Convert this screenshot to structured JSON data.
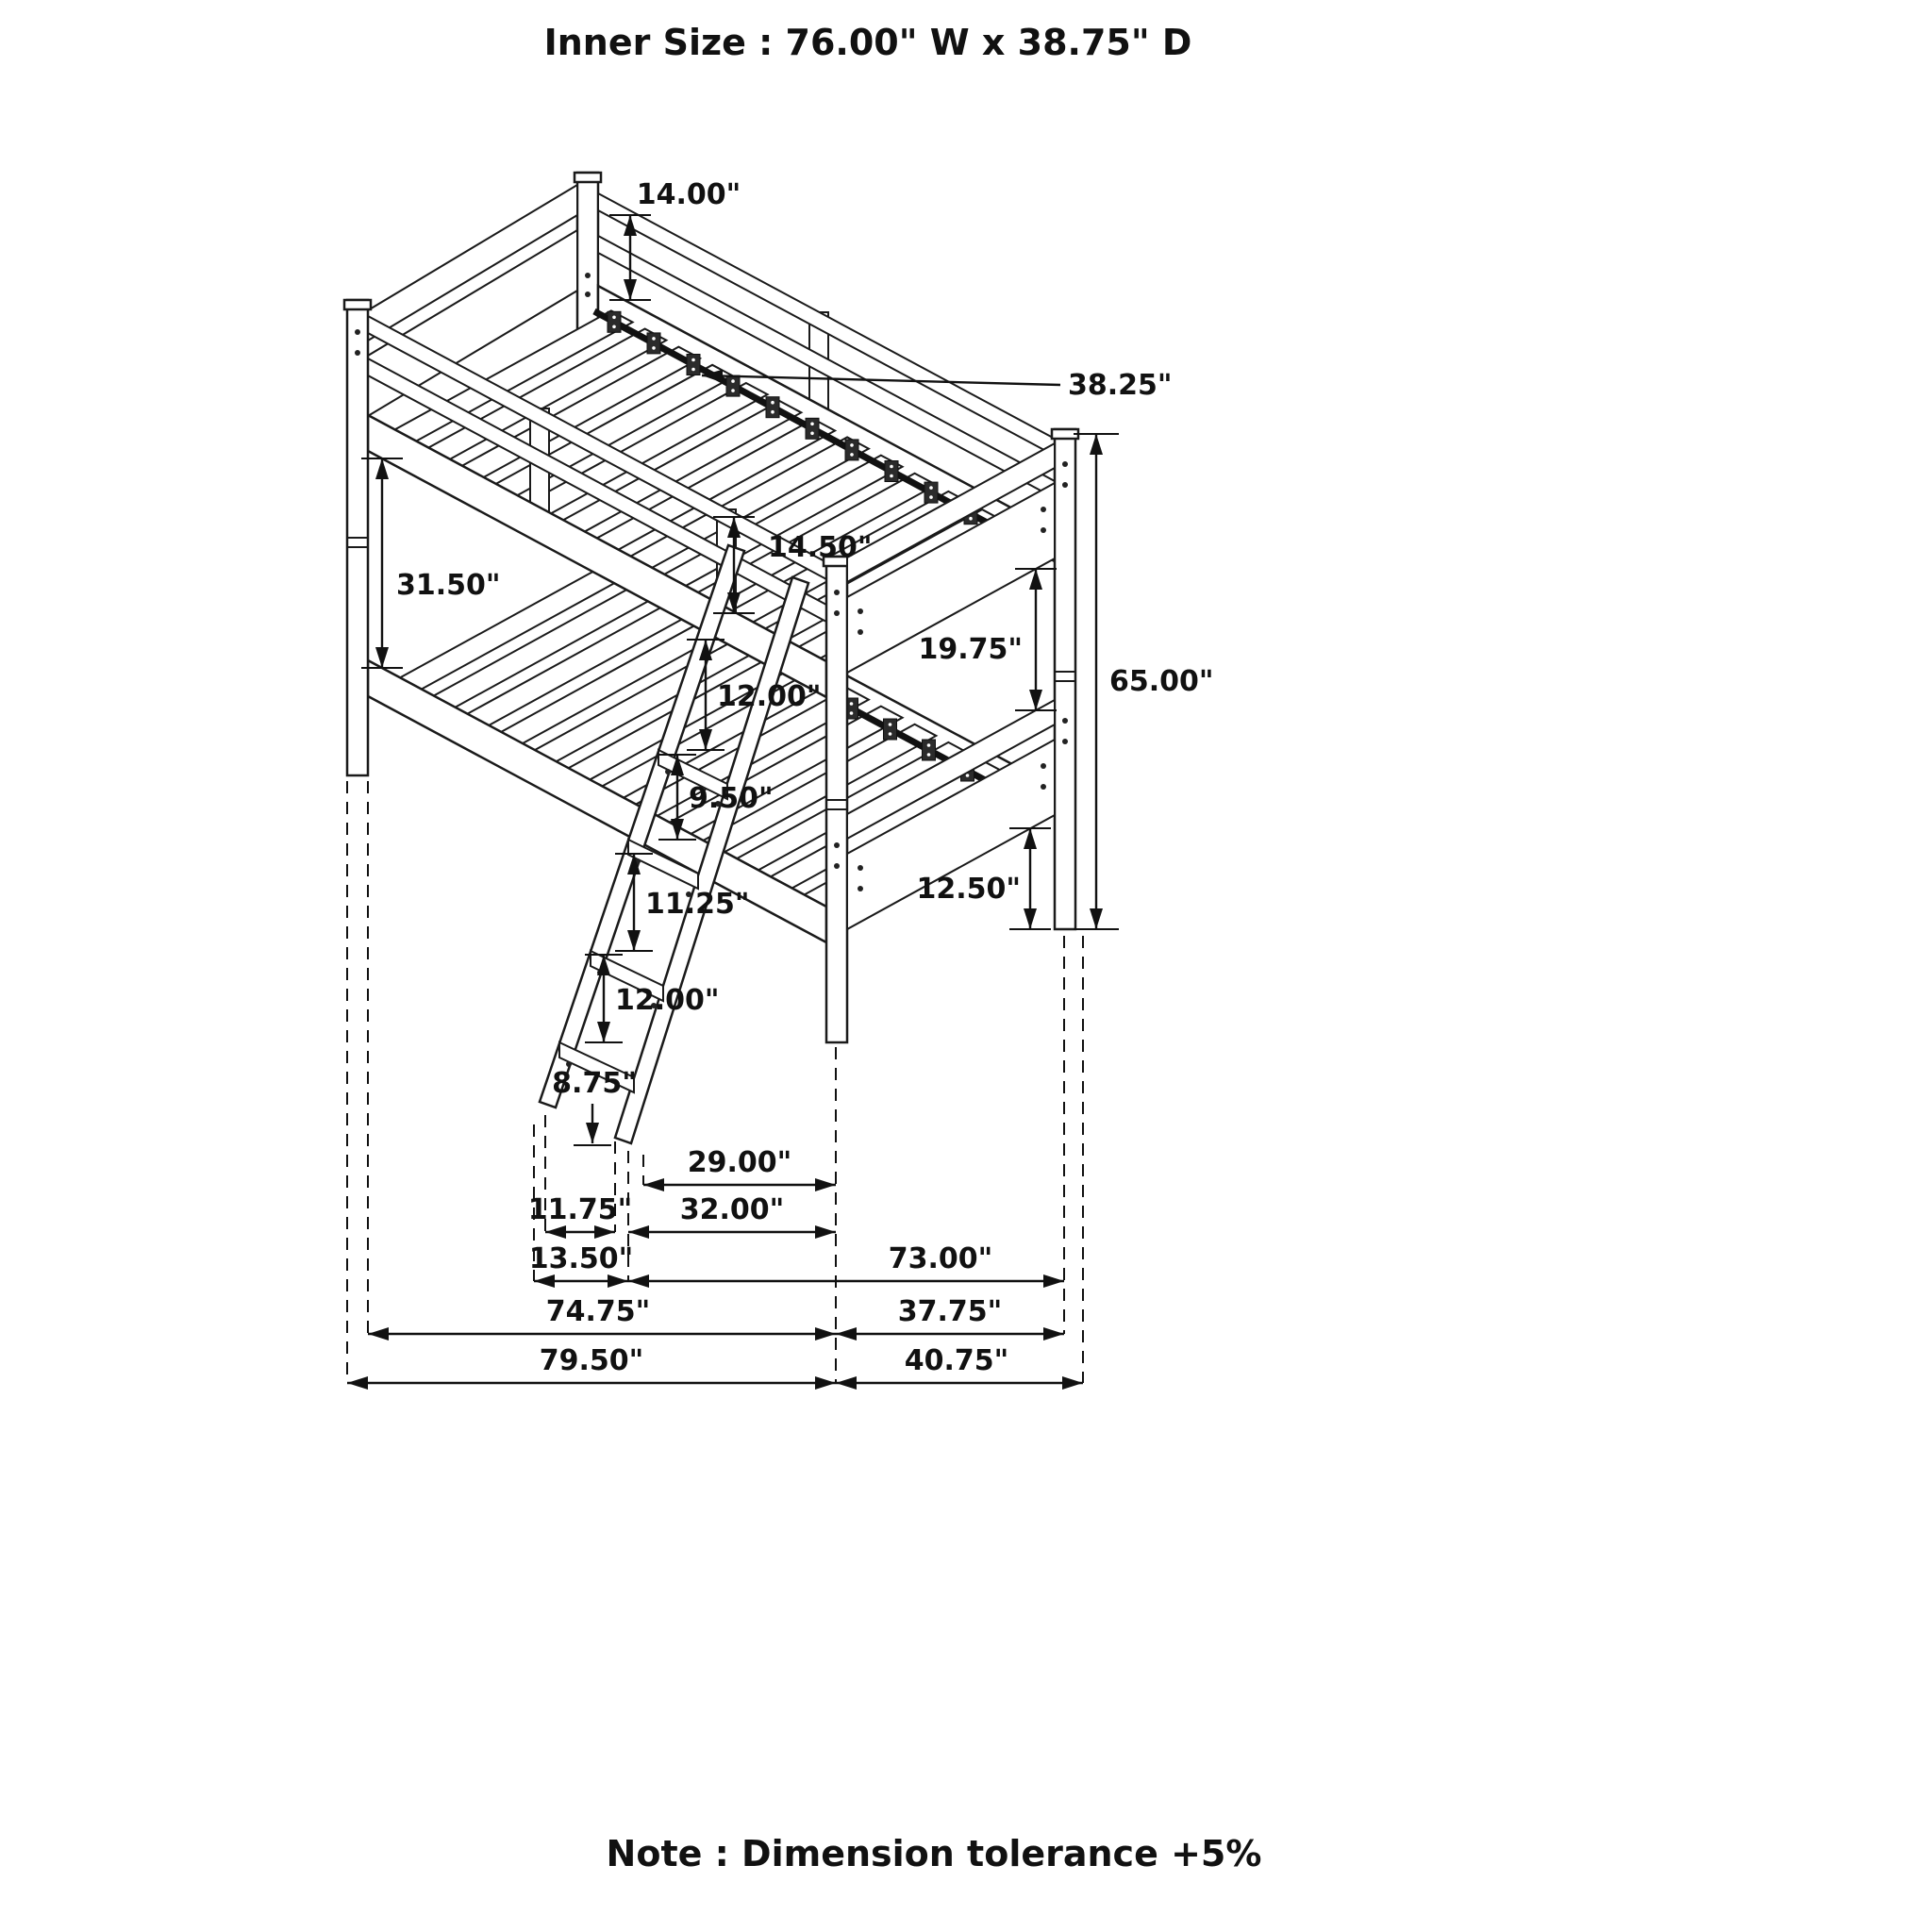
{
  "title": "Inner Size : 76.00\" W x  38.75\" D",
  "note": "Note : Dimension tolerance +5%",
  "line_color": "#111111",
  "background_color": "#ffffff",
  "dims": {
    "headboard_rail_height": "14.00\"",
    "slat_length": "38.25\"",
    "bunk_clearance": "31.50\"",
    "guardrail_height": "14.50\"",
    "foot_panel_gap": "19.75\"",
    "overall_height": "65.00\"",
    "ladder_step_1": "12.00\"",
    "ladder_step_2": "9.50\"",
    "ladder_step_3": "11.25\"",
    "ladder_step_4": "12.00\"",
    "ladder_step_5": "8.75\"",
    "lower_leg_height": "12.50\"",
    "ladder_offset": "29.00\"",
    "ladder_width": "11.75\"",
    "ladder_span": "32.00\"",
    "ladder_footprint": "13.50\"",
    "inner_length": "73.00\"",
    "frame_length": "74.75\"",
    "end_width": "37.75\"",
    "overall_length": "79.50\"",
    "overall_depth": "40.75\""
  }
}
